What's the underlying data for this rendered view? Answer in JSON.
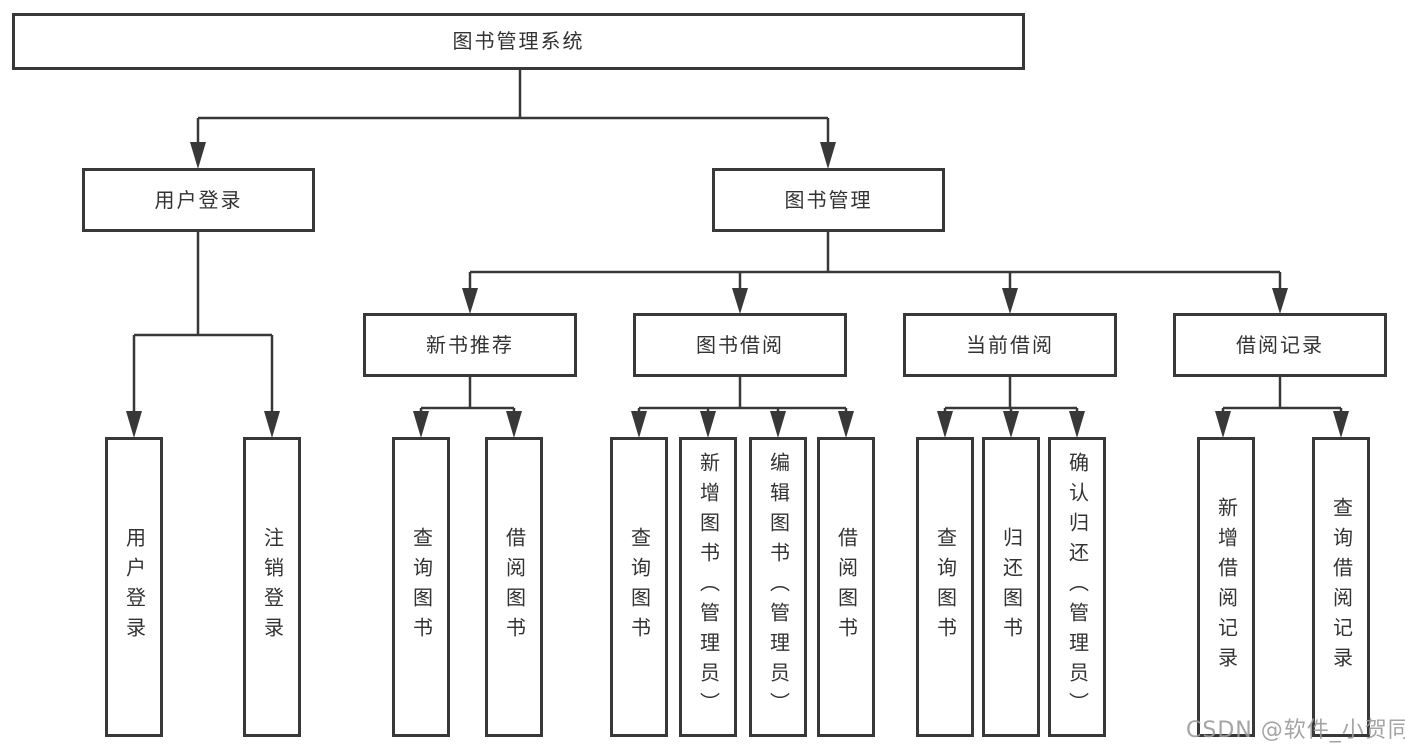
{
  "tree": {
    "label": "图书管理系统",
    "children": [
      {
        "label": "用户登录",
        "children": [
          {
            "label": "用户登录"
          },
          {
            "label": "注销登录"
          }
        ]
      },
      {
        "label": "图书管理",
        "children": [
          {
            "label": "新书推荐",
            "children": [
              {
                "label": "查询图书"
              },
              {
                "label": "借阅图书"
              }
            ]
          },
          {
            "label": "图书借阅",
            "children": [
              {
                "label": "查询图书"
              },
              {
                "label": "新增图书（管理员）"
              },
              {
                "label": "编辑图书（管理员）"
              },
              {
                "label": "借阅图书"
              }
            ]
          },
          {
            "label": "当前借阅",
            "children": [
              {
                "label": "查询图书"
              },
              {
                "label": "归还图书"
              },
              {
                "label": "确认归还（管理员）"
              }
            ]
          },
          {
            "label": "借阅记录",
            "children": [
              {
                "label": "新增借阅记录"
              },
              {
                "label": "查询借阅记录"
              }
            ]
          }
        ]
      }
    ]
  },
  "watermark": {
    "text": "CSDN @软件_小贺同学"
  },
  "colors": {
    "line": "#383838",
    "box_border": "#383838",
    "text": "#333333",
    "watermark": "#9b9b9b",
    "background": "#ffffff"
  }
}
